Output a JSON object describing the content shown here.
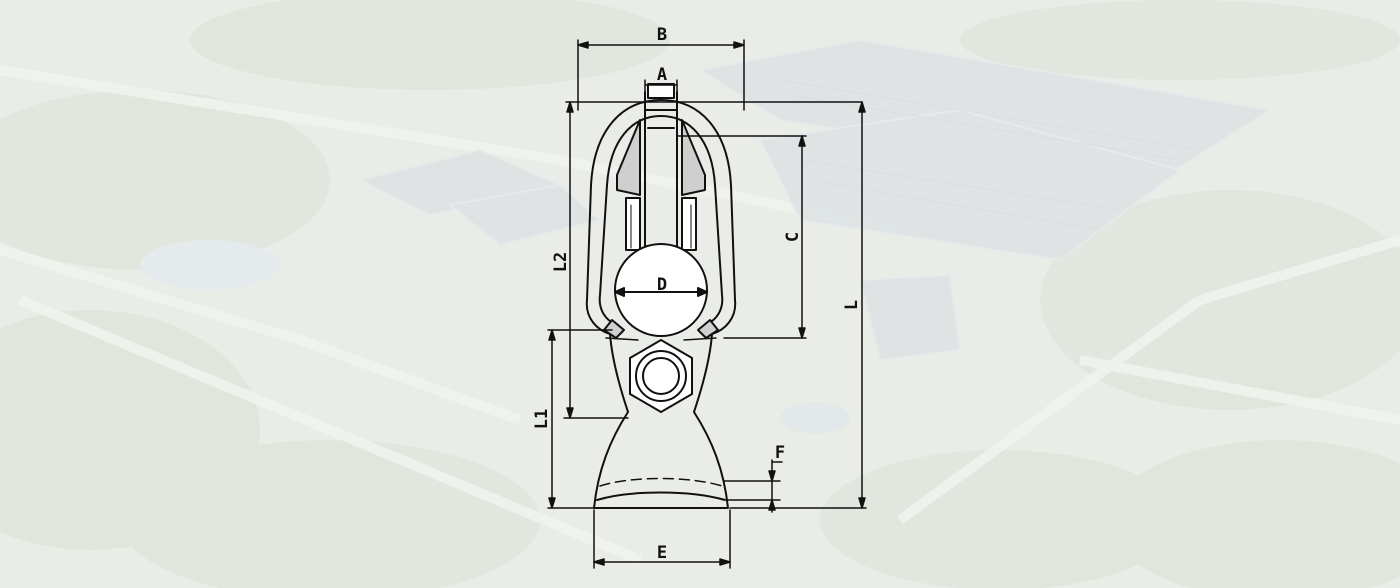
{
  "background": {
    "description_icon": "aerial-factory-photo",
    "tint": "#eef0eb",
    "roof_color": "#c9d0d8",
    "tree_color": "#b9c6b0"
  },
  "drawing": {
    "line_color": "#111111",
    "labels": {
      "A": "A",
      "B": "B",
      "C": "C",
      "D": "D",
      "E": "E",
      "F": "F",
      "L": "L",
      "L1": "L1",
      "L2": "L2"
    }
  }
}
